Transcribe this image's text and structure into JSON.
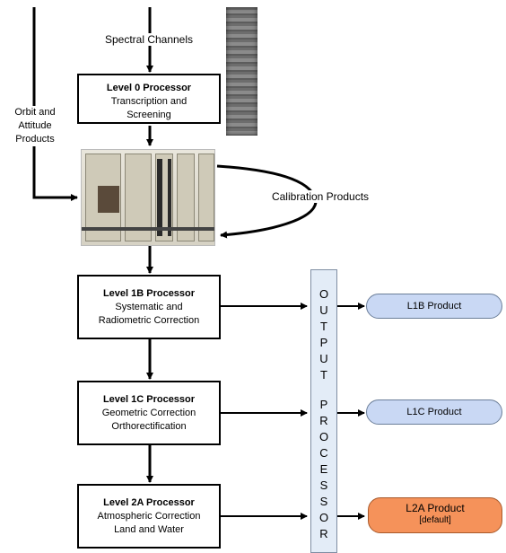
{
  "labels": {
    "spectral_channels": "Spectral Channels",
    "orbit_line1": "Orbit and",
    "orbit_line2": "Attitude",
    "orbit_line3": "Products",
    "calibration": "Calibration Products"
  },
  "processors": {
    "level0": {
      "title": "Level 0 Processor",
      "line1": "Transcription and",
      "line2": "Screening"
    },
    "level1b": {
      "title": "Level 1B Processor",
      "line1": "Systematic and",
      "line2": "Radiometric Correction"
    },
    "level1c": {
      "title": "Level 1C Processor",
      "line1": "Geometric Correction",
      "line2": "Orthorectification"
    },
    "level2a": {
      "title": "Level 2A Processor",
      "line1": "Atmospheric Correction",
      "line2": "Land and Water"
    }
  },
  "output_processor_letters": [
    "O",
    "U",
    "T",
    "P",
    "U",
    "T",
    "",
    "P",
    "R",
    "O",
    "C",
    "E",
    "S",
    "S",
    "O",
    "R"
  ],
  "products": {
    "l1b": "L1B Product",
    "l1c": "L1C Product",
    "l2a": "L2A Product",
    "l2a_note": "[default]"
  },
  "colors": {
    "product_blue": "#c9d8f4",
    "product_orange": "#f5925a",
    "output_bar": "#e3ecf7"
  }
}
